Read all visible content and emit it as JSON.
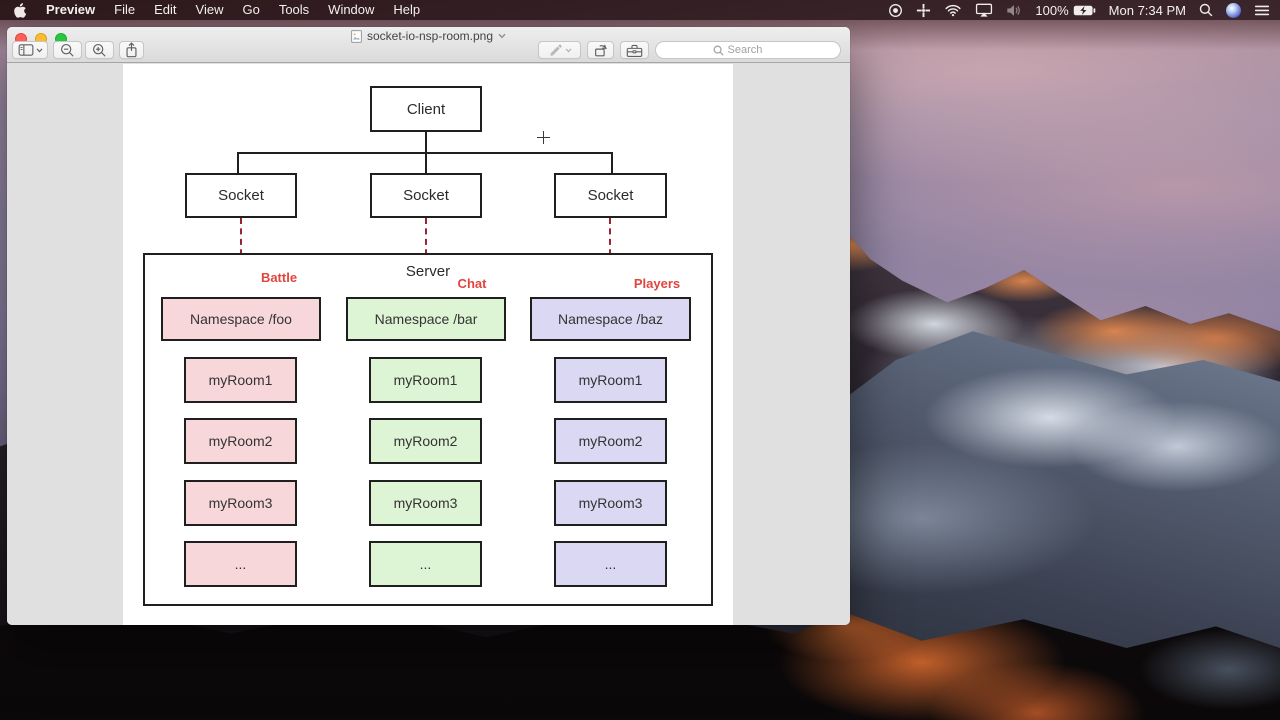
{
  "menu_bar": {
    "app_name": "Preview",
    "menus": [
      "File",
      "Edit",
      "View",
      "Go",
      "Tools",
      "Window",
      "Help"
    ],
    "status": {
      "battery_percent": "100%",
      "clock": "Mon 7:34 PM"
    }
  },
  "window": {
    "title": "socket-io-nsp-room.png",
    "toolbar": {
      "search_placeholder": "Search"
    }
  },
  "diagram": {
    "client_label": "Client",
    "server_label": "Server",
    "sockets": [
      "Socket",
      "Socket",
      "Socket"
    ],
    "connection_labels": [
      "Battle",
      "Chat",
      "Players"
    ],
    "columns": [
      {
        "namespace": "Namespace /foo",
        "fill": "#f8d7db",
        "rooms": [
          "myRoom1",
          "myRoom2",
          "myRoom3",
          "..."
        ]
      },
      {
        "namespace": "Namespace /bar",
        "fill": "#def5d5",
        "rooms": [
          "myRoom1",
          "myRoom2",
          "myRoom3",
          "..."
        ]
      },
      {
        "namespace": "Namespace /baz",
        "fill": "#dbd8f4",
        "rooms": [
          "myRoom1",
          "myRoom2",
          "myRoom3",
          "..."
        ]
      }
    ],
    "colors": {
      "dashed_line": "#9b2135",
      "label_red": "#e2453e",
      "box_border": "#1f1f1f"
    }
  }
}
